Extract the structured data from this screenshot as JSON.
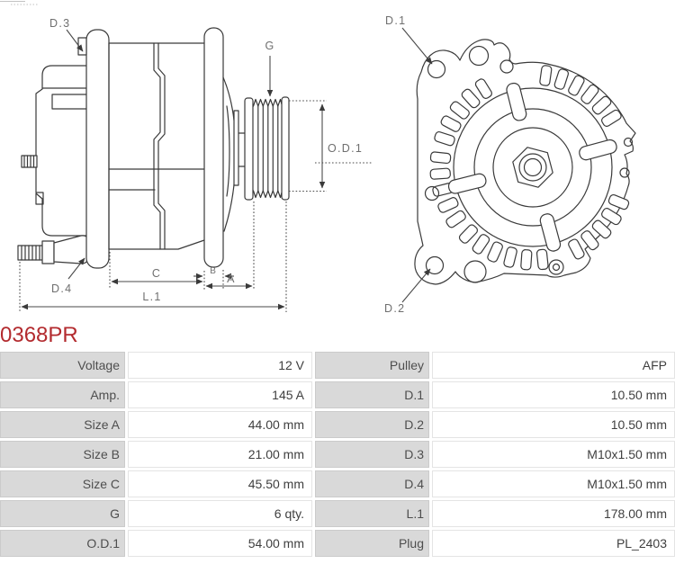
{
  "part_number": "0368PR",
  "colors": {
    "part_number_red": "#b32b2f",
    "table_label_bg": "#d9d9d9",
    "diagram_line": "#3a3a3a",
    "diagram_label": "#6f6f6f"
  },
  "diagram": {
    "side_view_labels": {
      "d3": "D.3",
      "d4": "D.4",
      "g": "G",
      "od1": "O.D.1",
      "c": "C",
      "b": "B",
      "a": "A",
      "l1": "L.1"
    },
    "front_view_labels": {
      "d1": "D.1",
      "d2": "D.2"
    }
  },
  "spec_table": {
    "rows": [
      {
        "label": "Voltage",
        "value": "12 V",
        "label2": "Pulley",
        "value2": "AFP"
      },
      {
        "label": "Amp.",
        "value": "145 A",
        "label2": "D.1",
        "value2": "10.50 mm"
      },
      {
        "label": "Size A",
        "value": "44.00 mm",
        "label2": "D.2",
        "value2": "10.50 mm"
      },
      {
        "label": "Size B",
        "value": "21.00 mm",
        "label2": "D.3",
        "value2": "M10x1.50 mm"
      },
      {
        "label": "Size C",
        "value": "45.50 mm",
        "label2": "D.4",
        "value2": "M10x1.50 mm"
      },
      {
        "label": "G",
        "value": "6 qty.",
        "label2": "L.1",
        "value2": "178.00 mm"
      },
      {
        "label": "O.D.1",
        "value": "54.00 mm",
        "label2": "Plug",
        "value2": "PL_2403"
      }
    ]
  }
}
